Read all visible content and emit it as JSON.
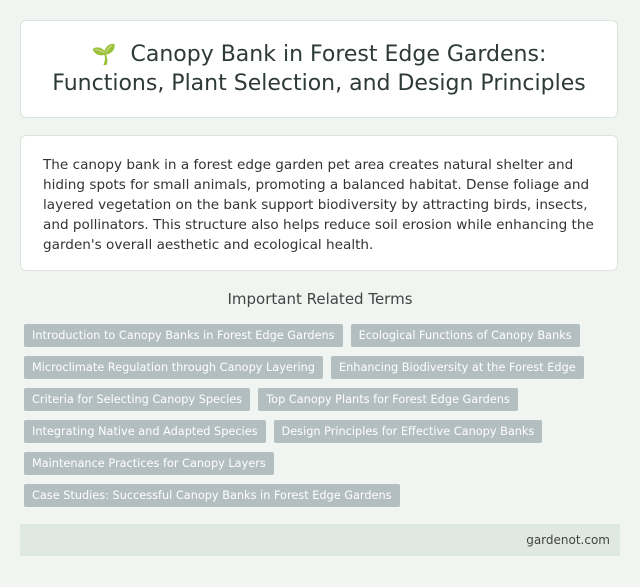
{
  "header": {
    "icon": "seedling-icon",
    "title_line1": "Canopy Bank in Forest Edge Gardens:",
    "title_line2": "Functions, Plant Selection, and Design Principles"
  },
  "description": "The canopy bank in a forest edge garden pet area creates natural shelter and hiding spots for small animals, promoting a balanced habitat. Dense foliage and layered vegetation on the bank support biodiversity by attracting birds, insects, and pollinators. This structure also helps reduce soil erosion while enhancing the garden's overall aesthetic and ecological health.",
  "related": {
    "heading": "Important Related Terms",
    "terms": [
      "Introduction to Canopy Banks in Forest Edge Gardens",
      "Ecological Functions of Canopy Banks",
      "Microclimate Regulation through Canopy Layering",
      "Enhancing Biodiversity at the Forest Edge",
      "Criteria for Selecting Canopy Species",
      "Top Canopy Plants for Forest Edge Gardens",
      "Integrating Native and Adapted Species",
      "Design Principles for Effective Canopy Banks",
      "Maintenance Practices for Canopy Layers",
      "Case Studies: Successful Canopy Banks in Forest Edge Gardens"
    ]
  },
  "footer": {
    "site": "gardenot.com"
  },
  "colors": {
    "tag_bg": "#b3bec0",
    "page_bg": "#f1f5f1",
    "footer_bg": "#e0e8e2"
  }
}
